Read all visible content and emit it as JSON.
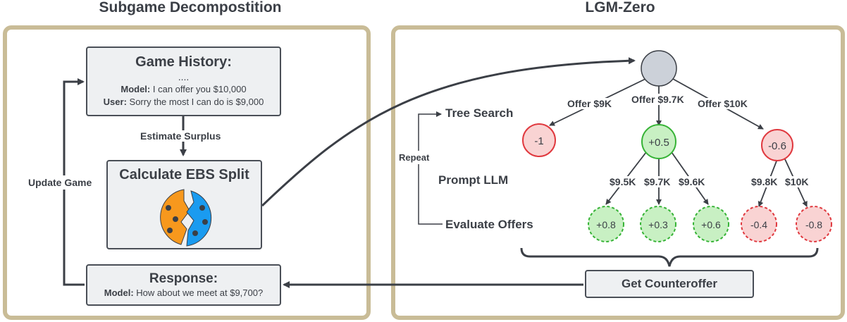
{
  "titles": {
    "left": "Subgame Decompostition",
    "right": "LGM-Zero"
  },
  "history": {
    "title": "Game History:",
    "ellipsis": "....",
    "model_label": "Model:",
    "model_text": " I can offer you $10,000",
    "user_label": "User:",
    "user_text": " Sorry the most I can do is $9,000"
  },
  "estimate_label": "Estimate Surplus",
  "ebs": {
    "title": "Calculate EBS Split"
  },
  "update_label": "Update Game",
  "response": {
    "title": "Response:",
    "model_label": "Model:",
    "model_text": " How about we meet at $9,700?"
  },
  "steps": {
    "tree_search": "Tree Search",
    "repeat": "Repeat",
    "prompt": "Prompt LLM",
    "evaluate": "Evaluate Offers"
  },
  "edges": {
    "offer1": "Offer $9K",
    "offer2": "Offer $9.7K",
    "offer3": "Offer $10K",
    "e1": "$9.5K",
    "e2": "$9.7K",
    "e3": "$9.6K",
    "e4": "$9.8K",
    "e5": "$10K"
  },
  "nodes": {
    "n1": "-1",
    "n2": "+0.5",
    "n3": "-0.6",
    "l1": "+0.8",
    "l2": "+0.3",
    "l3": "+0.6",
    "l4": "-0.4",
    "l5": "-0.8"
  },
  "counteroffer": "Get Counteroffer",
  "colors": {
    "panel_border": "#c9bc97",
    "green_fill": "#c8f0c3",
    "green_stroke": "#36b336",
    "red_fill": "#f9d3d3",
    "red_stroke": "#e0393f",
    "root_fill": "#ccd1d9",
    "orange": "#f7981d",
    "blue": "#1a9bf0"
  }
}
